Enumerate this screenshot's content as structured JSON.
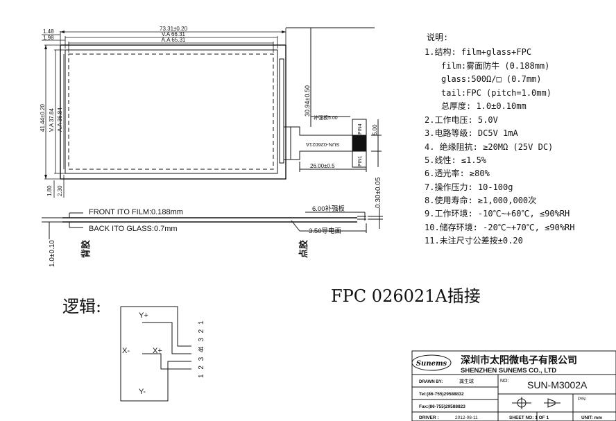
{
  "drawing": {
    "top_view": {
      "dim_overall_width": "73.31±0.20",
      "dim_va_width": "V.A 66.31",
      "dim_aa_width": "A.A 65.31",
      "dim_left_offset_1": "1.48",
      "dim_left_offset_2": "1.98",
      "dim_overall_height": "41.44±0.20",
      "dim_va_height": "V.A 37.84",
      "dim_aa_height": "A.A 36.84",
      "dim_bottom_offset_1": "1.80",
      "dim_bottom_offset_2": "2.30",
      "dim_tail_length": "30.94±0.50",
      "stiffener_label": "补强板5.00",
      "tail_part_number": "SUN-026021A",
      "pin_top": "PIN4",
      "pin_bottom": "PIN1",
      "dim_tail_width": "5.00",
      "dim_tail_offset": "26.00±0.5"
    },
    "side_view": {
      "front_label": "FRONT ITO FILM:0.188mm",
      "back_label": "BACK ITO GLASS:0.7mm",
      "back_glue": "背胶",
      "dot_glue": "点胶",
      "dim_stiffener": "6.00补强板",
      "dim_conductive": "3.50导电面",
      "dim_thickness": "1.0±0.10",
      "dim_tail_thickness": "0.30±0.05"
    },
    "notes_title": "说明:",
    "notes": [
      "1.结构: film+glass+FPC",
      "film:雾面防牛 (0.188mm)",
      "glass:500Ω/□ (0.7mm)",
      "tail:FPC (pitch=1.0mm)",
      "总厚度: 1.0±0.10mm",
      "2.工作电压: 5.0V",
      "3.电路等级: DC5V 1mA",
      "4. 绝缘阻抗: ≥20MΩ (25V DC)",
      "5.线性: ≤1.5%",
      "6.透光率: ≥80%",
      "7.操作压力: 10-100g",
      "8.使用寿命: ≥1,000,000次",
      "9.工作环境: -10℃~+60℃, ≤90%RH",
      "10.储存环境: -20℃~+70℃, ≤90%RH",
      "11.未注尺寸公差按±0.20"
    ],
    "fpc_note": "FPC 026021A插接",
    "logic": {
      "title": "逻辑:",
      "y_plus": "Y+",
      "y_minus": "Y-",
      "x_minus": "X-",
      "x_plus": "X+",
      "pins_top": "4 3 2 1",
      "pins_bottom": "1 2 3 4"
    },
    "title_block": {
      "logo_text": "Sunems",
      "company_cn": "深圳市太阳微电子有限公司",
      "company_en": "SHENZHEN SUNEMS CO., LTD",
      "drawn_label": "DRAWN BY:",
      "drawn_value": "龚生球",
      "no_label": "NO:",
      "drawing_no": "SUN-M3002A",
      "tel": "Tel:(86-755)29588832",
      "fax": "Fax:(86-755)29588823",
      "driver_label": "DRIVER :",
      "date": "2012-08-11",
      "pn_label": "P/N:",
      "sheet_text": "SHEET NO: 1 OF 1",
      "unit_text": "UNIT: mm"
    }
  }
}
